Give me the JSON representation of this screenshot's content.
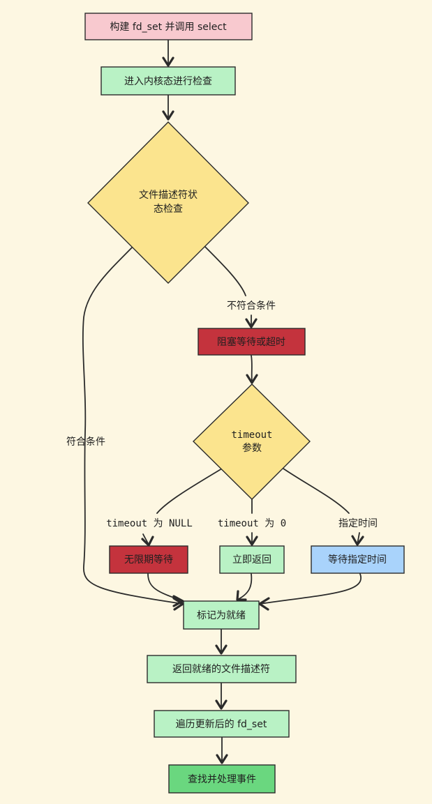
{
  "colors": {
    "background": "#fdf7e2",
    "pink": "#f8c9cf",
    "green": "#b9f2c5",
    "dark_green": "#6ad77f",
    "yellow": "#fbe48e",
    "red": "#c4333d",
    "blue": "#a9d3fb"
  },
  "nodes": {
    "build_fdset": "构建 fd_set 并调用 select",
    "enter_kernel": "进入内核态进行检查",
    "fd_check_line1": "文件描述符状",
    "fd_check_line2": "态检查",
    "block_wait": "阻塞等待或超时",
    "timeout_line1": "timeout",
    "timeout_line2": "参数",
    "wait_forever": "无限期等待",
    "return_now": "立即返回",
    "wait_specified": "等待指定时间",
    "mark_ready": "标记为就绪",
    "return_ready": "返回就绪的文件描述符",
    "traverse": "遍历更新后的 fd_set",
    "handle_events": "查找并处理事件"
  },
  "edges": {
    "not_ready": "不符合条件",
    "ready": "符合条件",
    "timeout_null": "timeout 为 NULL",
    "timeout_zero": "timeout 为 0",
    "timeout_specified": "指定时间"
  }
}
